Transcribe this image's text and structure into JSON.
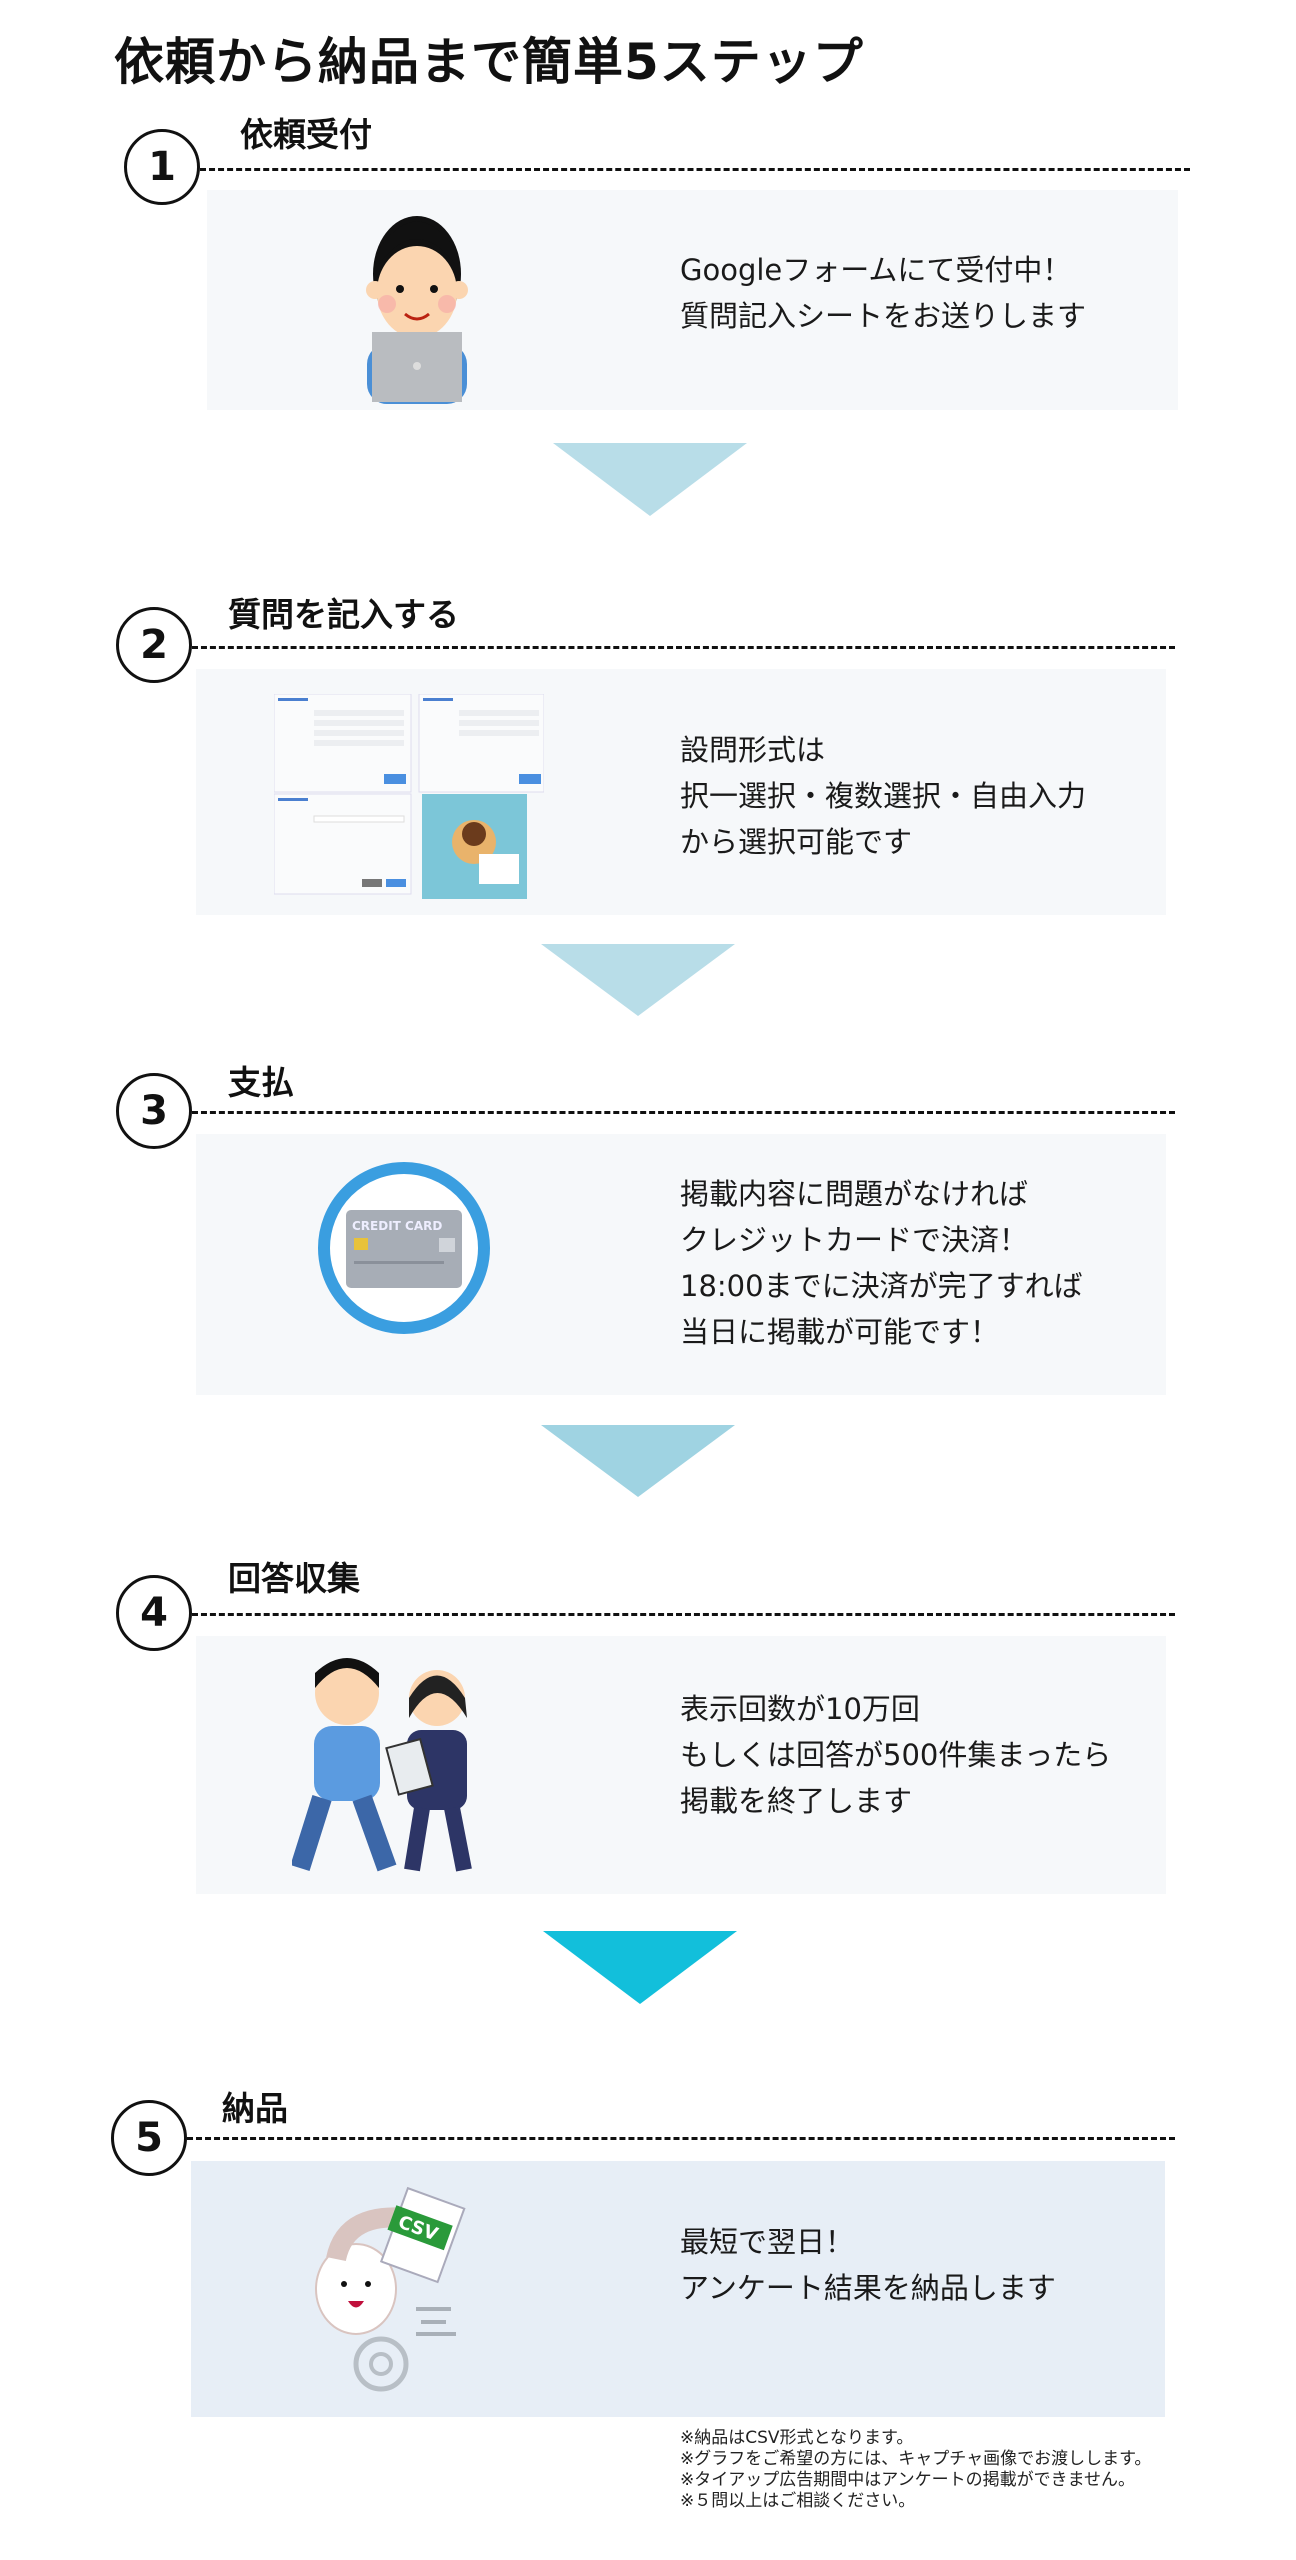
{
  "title": "依頼から納品まで簡単5ステップ",
  "steps": [
    {
      "number": "1",
      "heading": "依頼受付",
      "lines": [
        "Googleフォームにて受付中！",
        "質問記入シートをお送りします"
      ]
    },
    {
      "number": "2",
      "heading": "質問を記入する",
      "lines": [
        "設問形式は",
        "択一選択・複数選択・自由入力",
        "から選択可能です"
      ]
    },
    {
      "number": "3",
      "heading": "支払",
      "lines": [
        "掲載内容に問題がなければ",
        "クレジットカードで決済！",
        "18:00までに決済が完了すれば",
        "当日に掲載が可能です！"
      ],
      "card_logo_text": "CREDIT CARD"
    },
    {
      "number": "4",
      "heading": "回答収集",
      "lines": [
        "表示回数が10万回",
        "もしくは回答が500件集まったら",
        "掲載を終了します"
      ]
    },
    {
      "number": "5",
      "heading": "納品",
      "lines": [
        "最短で翌日！",
        "アンケート結果を納品します"
      ],
      "file_logo_text": "CSV"
    }
  ],
  "notes": [
    "※納品はCSV形式となります。",
    "※グラフをご希望の方には、キャプチャ画像でお渡しします。",
    "※タイアップ広告期間中はアンケートの掲載ができません。",
    "※５問以上はご相談ください。"
  ],
  "colors": {
    "arrow": "#b8dde8",
    "arrow_last": "#12bfdb",
    "box": "#f6f8fa",
    "box_last": "#e7eef6",
    "card_ring": "#3a9ee0"
  }
}
